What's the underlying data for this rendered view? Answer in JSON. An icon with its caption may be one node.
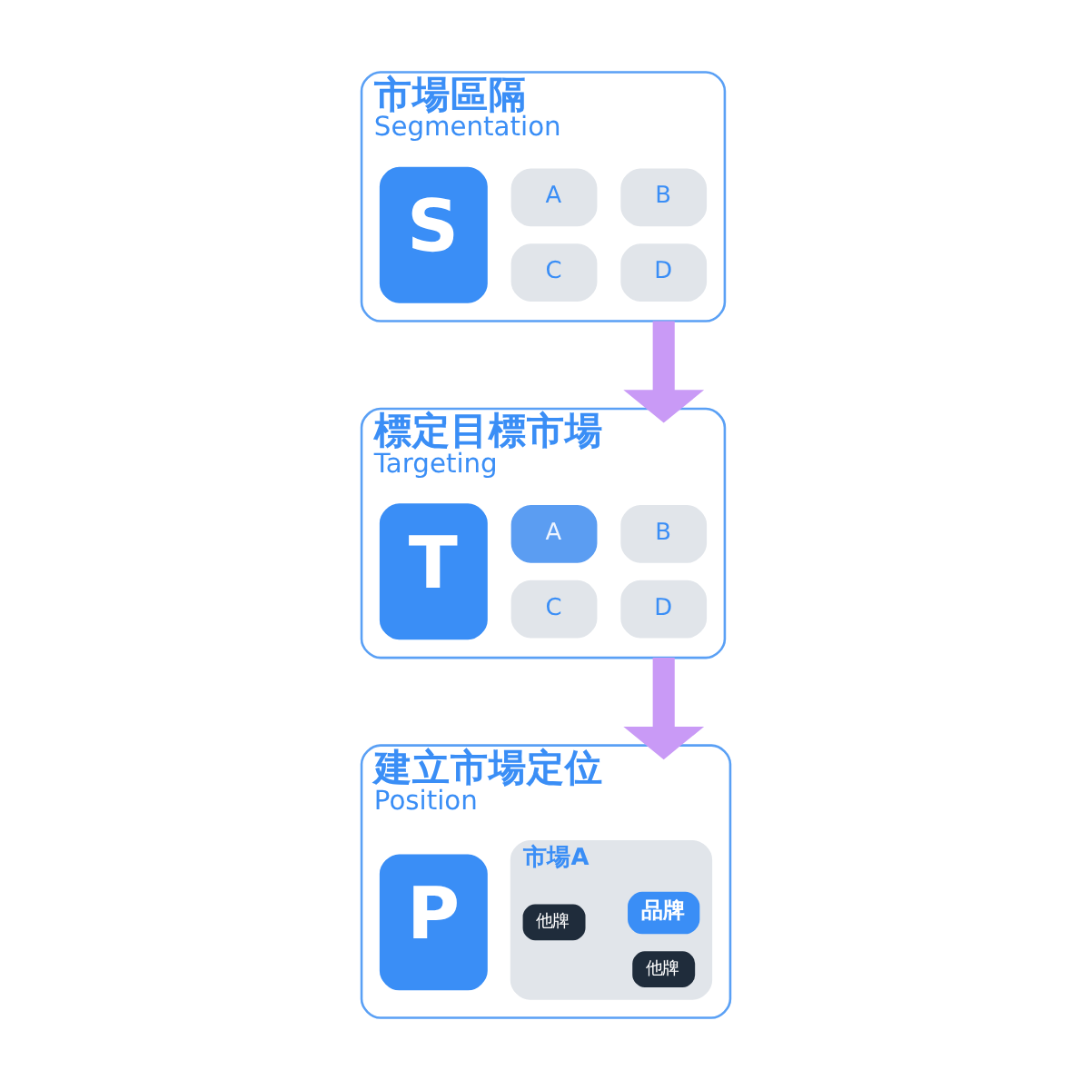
{
  "diagram": {
    "nodes": [
      {
        "text": [
          "市場區隔",
          "Segmentation"
        ]
      },
      {
        "text": [
          "S"
        ],
        "in": 0
      },
      {
        "text": [
          "A"
        ],
        "in": 0
      },
      {
        "text": [
          "B"
        ],
        "in": 0
      },
      {
        "text": [
          "C"
        ],
        "in": 0
      },
      {
        "text": [
          "D"
        ],
        "in": 0
      },
      {
        "text": [
          "標定目標市場",
          "Targeting"
        ]
      },
      {
        "text": [
          "T"
        ],
        "in": 6
      },
      {
        "text": [
          "A"
        ],
        "in": 6
      },
      {
        "text": [
          "B"
        ],
        "in": 6
      },
      {
        "text": [
          "C"
        ],
        "in": 6
      },
      {
        "text": [
          "D"
        ],
        "in": 6
      },
      {
        "text": [
          "建立市場定位",
          "Position"
        ]
      },
      {
        "text": [
          "P"
        ],
        "in": 12
      },
      {
        "text": [
          "市場A"
        ],
        "in": 12
      },
      {
        "text": [
          "品牌"
        ],
        "in": 14
      },
      {
        "text": [
          "他牌"
        ],
        "in": 14
      },
      {
        "text": [
          "他牌"
        ],
        "in": 14
      }
    ],
    "edges": [
      {
        "from": 0,
        "to": 6,
        "arrow": "to",
        "color": "#c99af6"
      },
      {
        "from": 6,
        "to": 12,
        "arrow": "to",
        "color": "#c99af6"
      }
    ]
  }
}
